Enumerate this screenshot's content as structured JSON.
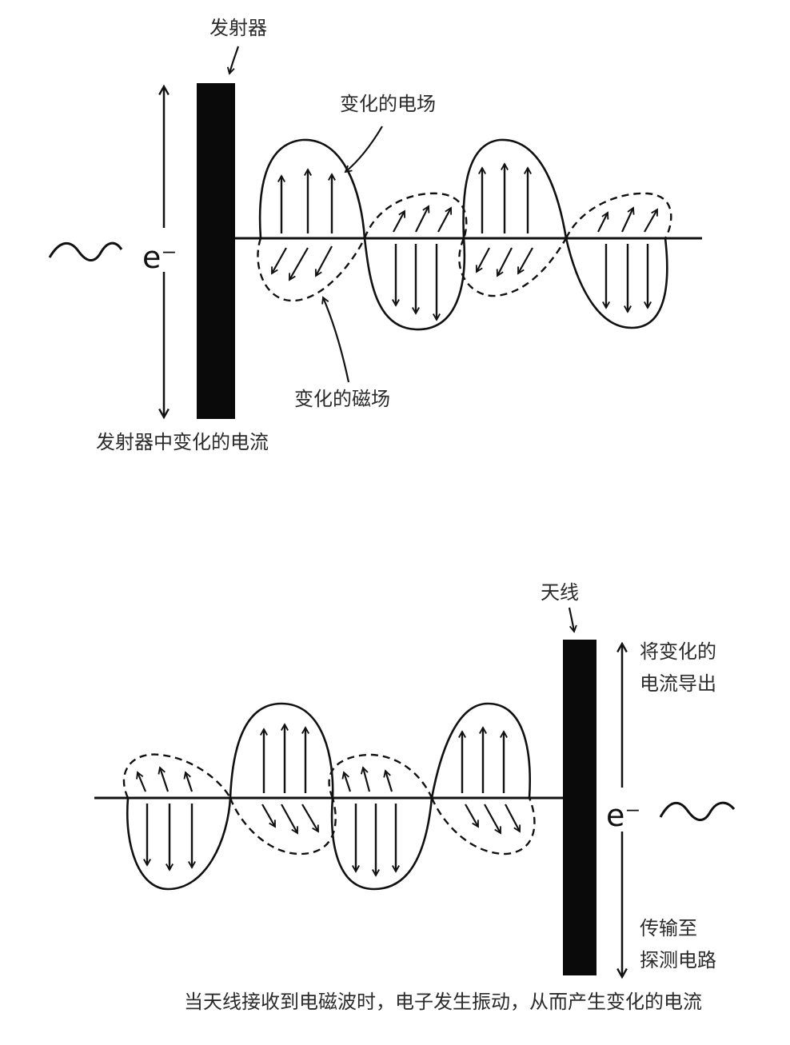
{
  "top_diagram": {
    "transmitter_label": "发射器",
    "electric_field_label": "变化的电场",
    "magnetic_field_label": "变化的磁场",
    "current_caption": "发射器中变化的电流",
    "electron_symbol": "e⁻"
  },
  "bottom_diagram": {
    "antenna_label": "天线",
    "output_label_line1": "将变化的",
    "output_label_line2": "电流导出",
    "detector_label_line1": "传输至",
    "detector_label_line2": "探测电路",
    "electron_symbol": "e⁻",
    "caption": "当天线接收到电磁波时，电子发生振动，从而产生变化的电流"
  }
}
